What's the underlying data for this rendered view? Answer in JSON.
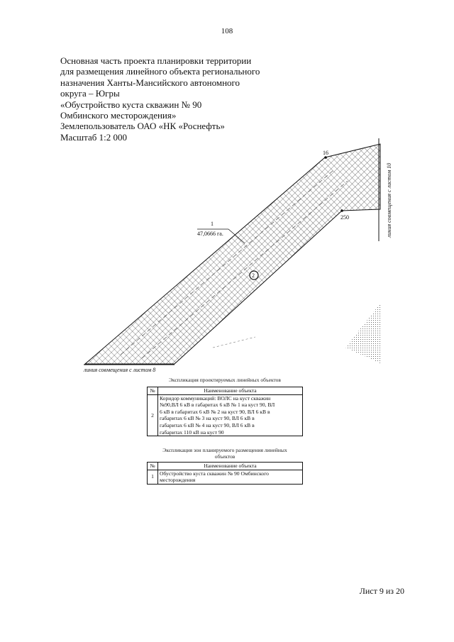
{
  "page_number": "108",
  "header_lines": [
    "Основная часть проекта планировки территории",
    "для размещения линейного объекта регионального",
    "назначения Ханты-Мансийского автономного",
    "округа – Югры",
    "«Обустройство куста скважин № 90",
    "Омбинского месторождения»",
    "Землепользователь ОАО «НК «Роснефть»",
    "Масштаб 1:2 000"
  ],
  "map": {
    "point_16": "16",
    "point_250": "250",
    "zone_number": "1",
    "zone_area": "47,0666 га.",
    "object_marker": "2",
    "link_sheet_10": "линия совмещения с листом 10",
    "link_sheet_8": "линия совмещения с листом 8"
  },
  "table1": {
    "caption": "Экспликация проектируемых линейных объектов",
    "col_num": "№",
    "col_name": "Наименование объекта",
    "rows": [
      {
        "num": "2",
        "lines": [
          "Коридор коммуникаций: ВОЛС на куст скважин",
          "№90,ВЛ 6 кВ в габаритах 6 кВ № 1 на куст 90, ВЛ",
          "6 кВ в габаритах 6 кВ № 2 на куст 90, ВЛ 6 кВ в",
          "габаритах 6 кВ № 3 на куст 90, ВЛ 6 кВ в",
          "габаритах 6 кВ № 4 на куст 90, ВЛ 6 кВ в",
          "габаритах 110 кВ на куст 90"
        ]
      }
    ]
  },
  "table2": {
    "caption_lines": [
      "Экспликация зон планируемого размещения линейных",
      "объектов"
    ],
    "col_num": "№",
    "col_name": "Наименование объекта",
    "rows": [
      {
        "num": "1",
        "lines": [
          "Обустройство куста скважин № 90 Омбинского",
          "месторождения"
        ]
      }
    ]
  },
  "footer": "Лист 9 из 20"
}
